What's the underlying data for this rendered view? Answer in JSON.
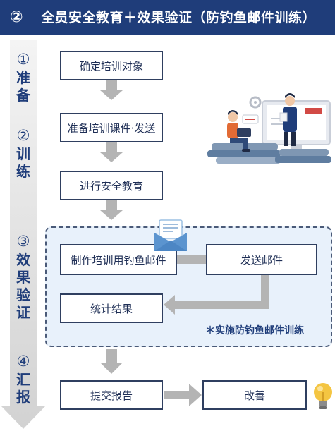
{
  "header": {
    "number": "②",
    "title": "全员安全教育＋效果验证（防钓鱼邮件训练）"
  },
  "steps": [
    {
      "number": "①",
      "chars": [
        "准",
        "备"
      ]
    },
    {
      "number": "②",
      "chars": [
        "训",
        "练"
      ]
    },
    {
      "number": "③",
      "chars": [
        "效",
        "果",
        "验",
        "证"
      ]
    },
    {
      "number": "④",
      "chars": [
        "汇",
        "报"
      ]
    }
  ],
  "flow": {
    "define_target": "确定培训对象",
    "prepare_courseware": "准备培训课件·发送",
    "conduct_education": "进行安全教育",
    "make_phishing_mail": "制作培训用钓鱼邮件",
    "send_mail": "发送邮件",
    "statistics": "统计结果",
    "phishing_drill_note": "＊实施防钓鱼邮件训练",
    "submit_report": "提交报告",
    "improve": "改善"
  },
  "colors": {
    "header_bg": "#1f3d7a",
    "arrow_gray": "#b4b4b4",
    "drill_area_bg": "#e8f1fb"
  }
}
